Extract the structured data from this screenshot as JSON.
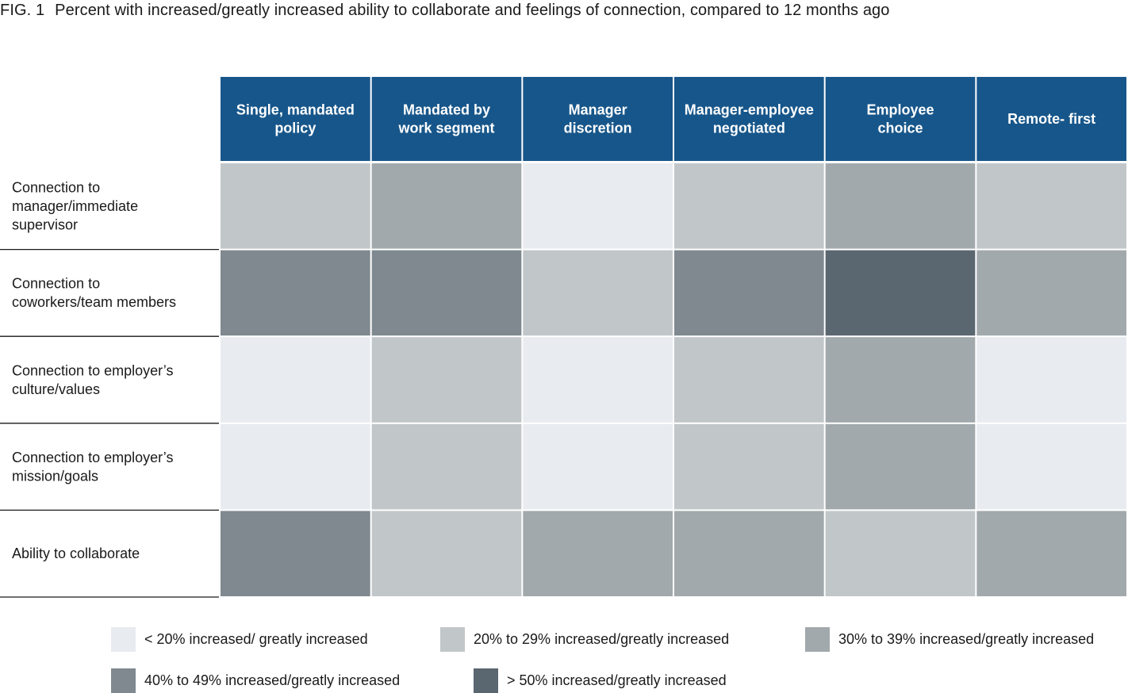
{
  "figure": {
    "label": "FIG. 1",
    "title": "Percent with increased/greatly increased ability to collaborate and feelings of connection, compared to 12 months ago"
  },
  "colors": {
    "header_bg": "#17568A",
    "header_text": "#ffffff",
    "row_rule": "#1a1a1a",
    "levels": [
      "#E8EBEF",
      "#C1C6C9",
      "#A2A9AC",
      "#7F898F",
      "#5A6670"
    ]
  },
  "chart_data": {
    "type": "heatmap",
    "title": "Percent with increased/greatly increased ability to collaborate and feelings of connection, compared to 12 months ago",
    "columns": [
      [
        "Single, mandated",
        "policy"
      ],
      [
        "Mandated by",
        "work segment"
      ],
      [
        "Manager",
        "discretion"
      ],
      [
        "Manager-employee",
        "negotiated"
      ],
      [
        "Employee",
        "choice"
      ],
      [
        "Remote- first"
      ]
    ],
    "rows": [
      [
        "Connection to",
        "manager/immediate",
        "supervisor"
      ],
      [
        "Connection to",
        "coworkers/team members"
      ],
      [
        "Connection to employer’s",
        "culture/values"
      ],
      [
        "Connection to employer’s",
        "mission/goals"
      ],
      [
        "Ability to collaborate"
      ]
    ],
    "levels": [
      [
        1,
        2,
        0,
        1,
        2,
        1
      ],
      [
        3,
        3,
        1,
        3,
        4,
        2
      ],
      [
        0,
        1,
        0,
        1,
        2,
        0
      ],
      [
        0,
        1,
        0,
        1,
        2,
        0
      ],
      [
        3,
        1,
        2,
        2,
        1,
        2
      ]
    ],
    "legend": [
      "< 20% increased/ greatly increased",
      "20% to 29% increased/greatly increased",
      "30% to 39% increased/greatly increased",
      "40% to 49% increased/greatly increased",
      "> 50% increased/greatly increased"
    ]
  }
}
